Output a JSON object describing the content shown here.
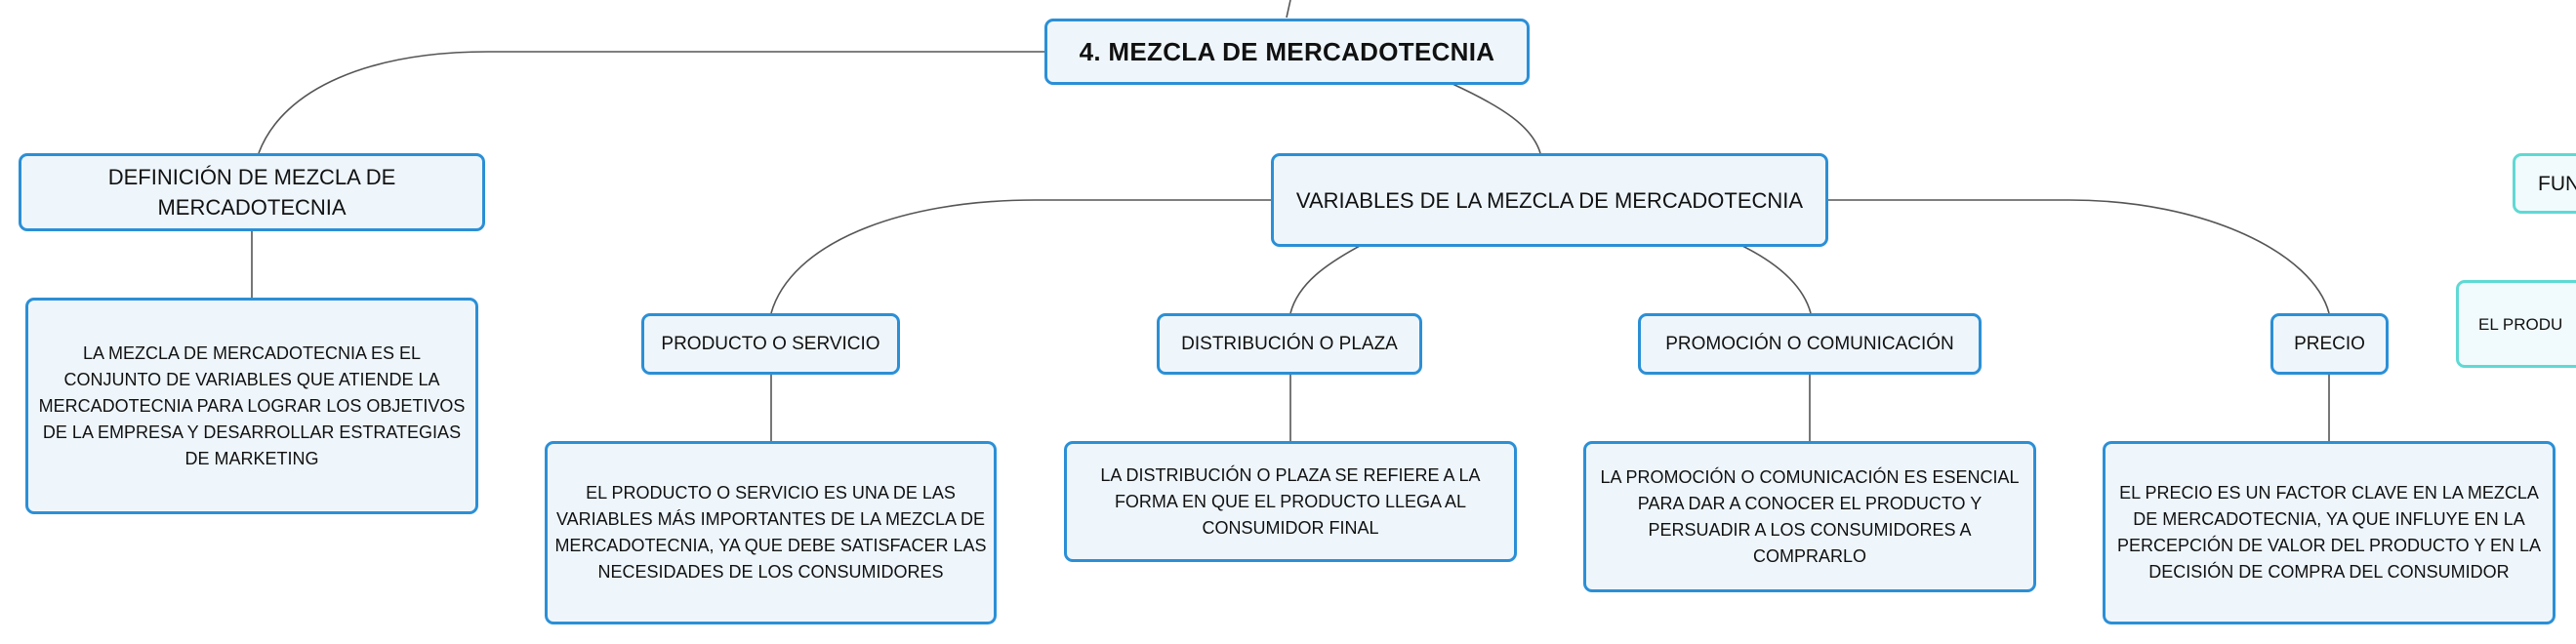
{
  "root": {
    "label": "4. MEZCLA DE MERCADOTECNIA"
  },
  "definition": {
    "title": "DEFINICIÓN DE MEZCLA DE MERCADOTECNIA",
    "description": "LA MEZCLA DE MERCADOTECNIA ES EL CONJUNTO DE VARIABLES QUE ATIENDE LA MERCADOTECNIA PARA LOGRAR LOS OBJETIVOS DE LA EMPRESA Y DESARROLLAR ESTRATEGIAS DE MARKETING"
  },
  "variables": {
    "title": "VARIABLES DE LA MEZCLA DE MERCADOTECNIA",
    "items": [
      {
        "label": "PRODUCTO O SERVICIO",
        "description": "EL PRODUCTO O SERVICIO ES UNA DE LAS VARIABLES MÁS IMPORTANTES DE LA MEZCLA DE MERCADOTECNIA, YA QUE DEBE SATISFACER LAS NECESIDADES DE LOS CONSUMIDORES"
      },
      {
        "label": "DISTRIBUCIÓN O PLAZA",
        "description": "LA DISTRIBUCIÓN O PLAZA SE REFIERE A LA FORMA EN QUE EL PRODUCTO LLEGA AL CONSUMIDOR FINAL"
      },
      {
        "label": "PROMOCIÓN O COMUNICACIÓN",
        "description": "LA PROMOCIÓN O COMUNICACIÓN ES ESENCIAL PARA DAR A CONOCER EL PRODUCTO Y PERSUADIR A LOS CONSUMIDORES A COMPRARLO"
      },
      {
        "label": "PRECIO",
        "description": "EL PRECIO ES UN FACTOR CLAVE EN LA MEZCLA DE MERCADOTECNIA, YA QUE INFLUYE EN LA PERCEPCIÓN DE VALOR DEL PRODUCTO Y EN LA DECISIÓN DE COMPRA DEL CONSUMIDOR"
      }
    ]
  },
  "cut_off": {
    "title": "FUN",
    "description": "EL PRODU"
  },
  "colors": {
    "border": "#2b8fd6",
    "fill": "#eef6fc",
    "teal_border": "#5fd9d4",
    "line": "#555555"
  }
}
